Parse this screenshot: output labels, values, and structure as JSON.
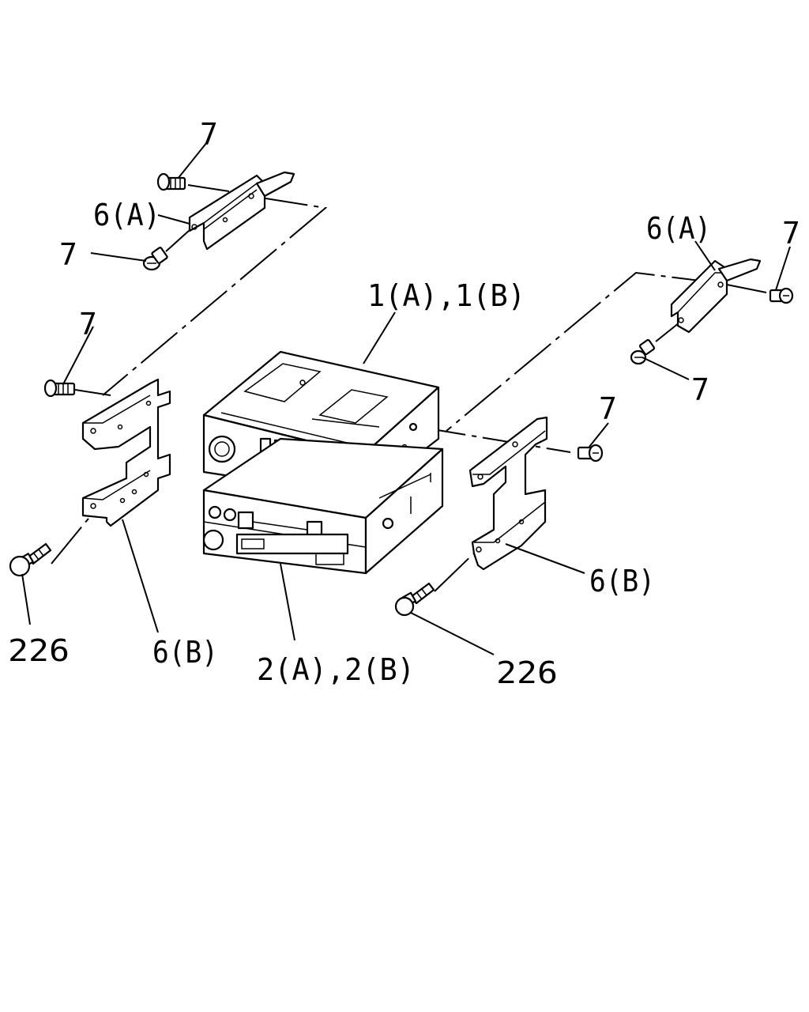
{
  "diagram": {
    "labels": {
      "screw_a_top": "7",
      "bracket_a_left": "6(A)",
      "screw_a_left_lower": "7",
      "screw_b_left": "7",
      "bolt_left": "226",
      "bracket_b_left": "6(B)",
      "unit_upper": "1(A),1(B)",
      "unit_lower": "2(A),2(B)",
      "bracket_a_right": "6(A)",
      "screw_a_right_top": "7",
      "screw_a_right_lower": "7",
      "screw_b_right": "7",
      "bracket_b_right": "6(B)",
      "bolt_right": "226"
    }
  }
}
